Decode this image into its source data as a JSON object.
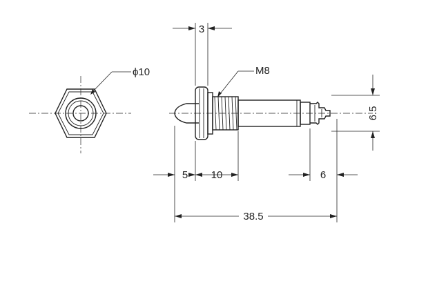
{
  "labels": {
    "diameter": "ϕ10",
    "thread": "M8",
    "dim_flange": "3",
    "dim_cap": "5",
    "dim_thread_len": "10",
    "dim_terminal": "6",
    "dim_overall": "38.5",
    "dim_terminal_height": "6.5"
  }
}
